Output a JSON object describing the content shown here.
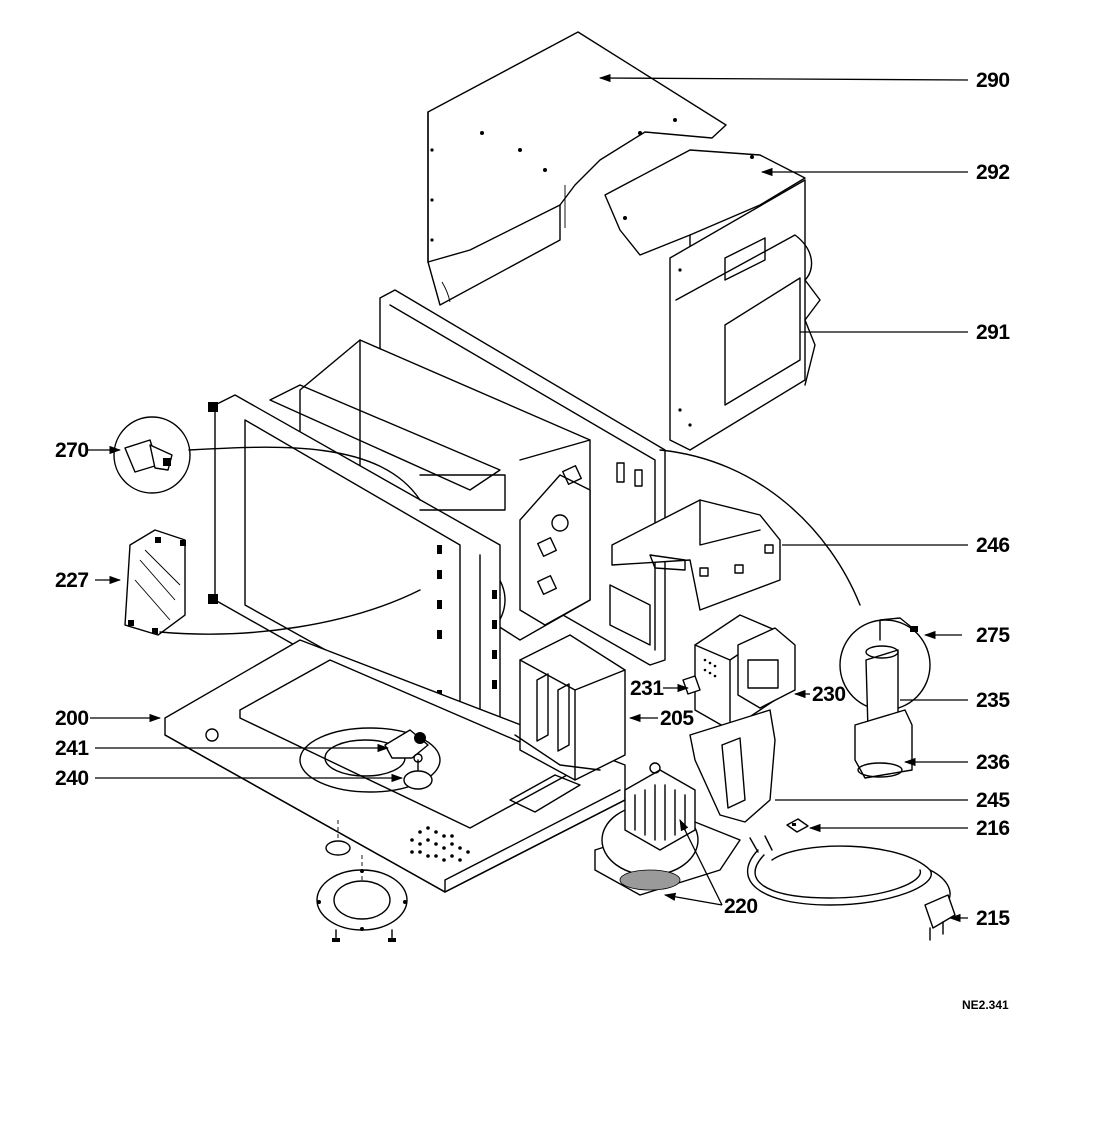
{
  "diagram": {
    "drawing_code": "NE2.341",
    "parts": [
      {
        "id": "p290",
        "number": "290"
      },
      {
        "id": "p292",
        "number": "292"
      },
      {
        "id": "p291",
        "number": "291"
      },
      {
        "id": "p270",
        "number": "270"
      },
      {
        "id": "p246",
        "number": "246"
      },
      {
        "id": "p227",
        "number": "227"
      },
      {
        "id": "p275",
        "number": "275"
      },
      {
        "id": "p231",
        "number": "231"
      },
      {
        "id": "p230",
        "number": "230"
      },
      {
        "id": "p235",
        "number": "235"
      },
      {
        "id": "p200",
        "number": "200"
      },
      {
        "id": "p205",
        "number": "205"
      },
      {
        "id": "p241",
        "number": "241"
      },
      {
        "id": "p236",
        "number": "236"
      },
      {
        "id": "p240",
        "number": "240"
      },
      {
        "id": "p245",
        "number": "245"
      },
      {
        "id": "p216",
        "number": "216"
      },
      {
        "id": "p220",
        "number": "220"
      },
      {
        "id": "p215",
        "number": "215"
      }
    ]
  }
}
